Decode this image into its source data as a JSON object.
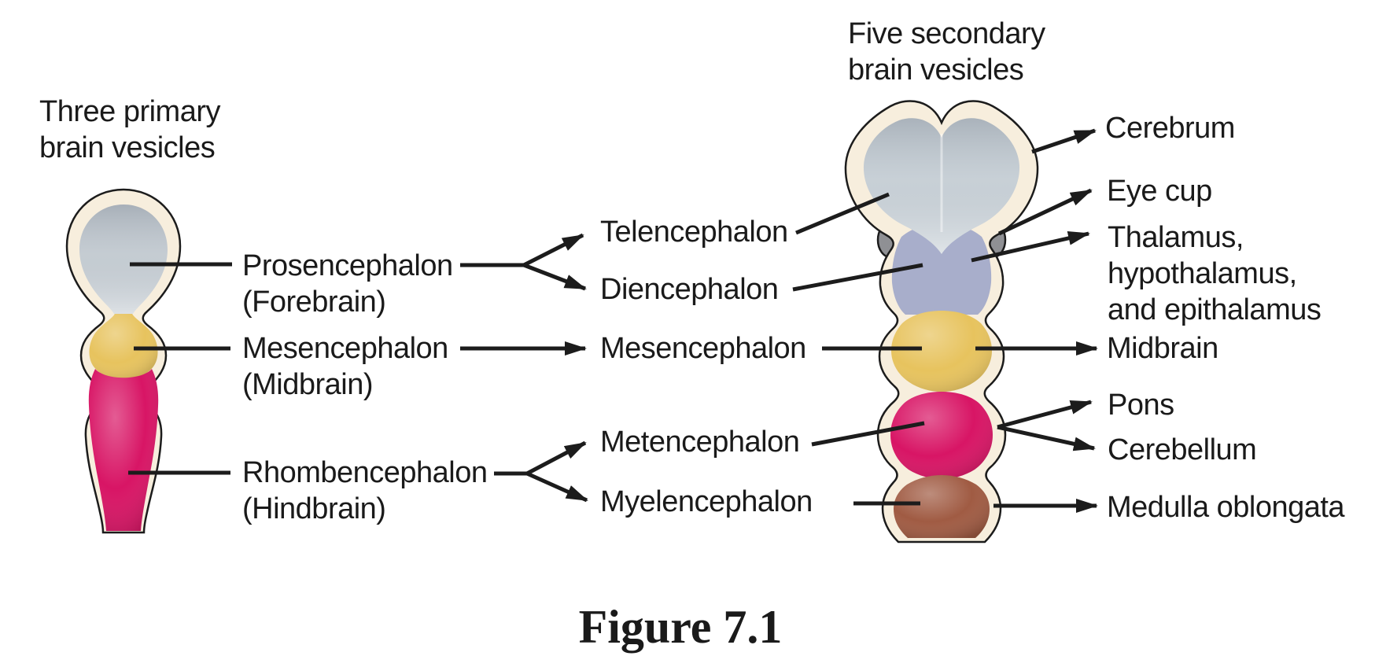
{
  "figure_caption": "Figure 7.1",
  "headings": {
    "primary": {
      "line1": "Three primary",
      "line2": "brain vesicles"
    },
    "secondary": {
      "line1": "Five secondary",
      "line2": "brain vesicles"
    }
  },
  "primary_vesicles": [
    {
      "name": "Prosencephalon",
      "common_name": "(Forebrain)",
      "color": "#c9d0d6"
    },
    {
      "name": "Mesencephalon",
      "common_name": "(Midbrain)",
      "color": "#e7c35e"
    },
    {
      "name": "Rhombencephalon",
      "common_name": "(Hindbrain)",
      "color": "#d81565"
    }
  ],
  "secondary_vesicles": [
    {
      "name": "Telencephalon",
      "color": "#ccd4da"
    },
    {
      "name": "Diencephalon",
      "color": "#a8aecb"
    },
    {
      "name": "Mesencephalon",
      "color": "#e7c35e"
    },
    {
      "name": "Metencephalon",
      "color": "#d81565"
    },
    {
      "name": "Myelencephalon",
      "color": "#a05b43"
    }
  ],
  "adult_structures": {
    "cerebrum": "Cerebrum",
    "eye_cup": "Eye cup",
    "thalamus_line1": "Thalamus,",
    "thalamus_line2": "hypothalamus,",
    "thalamus_line3": "and epithalamus",
    "midbrain": "Midbrain",
    "pons": "Pons",
    "cerebellum": "Cerebellum",
    "medulla": "Medulla oblongata"
  },
  "colors": {
    "membrane_cream": "#f7eedd",
    "outline_black": "#1c1c1c",
    "eye_cup_gray": "#8f9094",
    "background": "#ffffff"
  }
}
